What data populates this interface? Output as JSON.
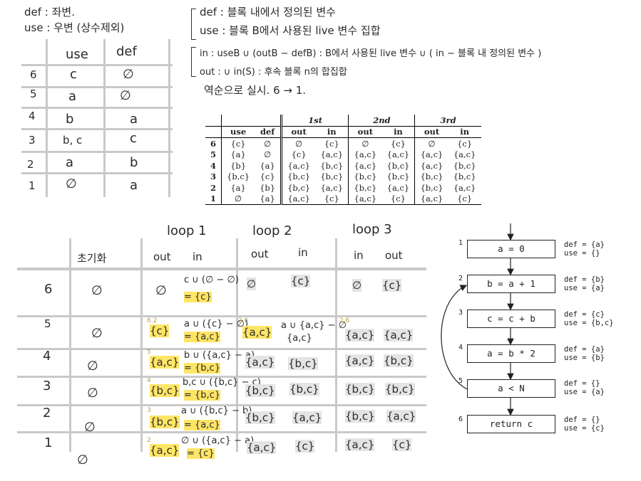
{
  "notes_topleft": {
    "def_line": "def : 좌변.",
    "use_line": "use : 우변 (상수제외)"
  },
  "notes_topright": {
    "def_desc": "def : 블록 내에서 정의된 변수",
    "use_desc": "use : 블록 B에서 사용된 live 변수 집합",
    "in_desc": "in : useB ∪ (outB − defB) : B에서 사용된 live 변수 ∪ ( in − 블록 내 정의된 변수 )",
    "out_desc": "out : ∪ in(S) : 후속 블록 n의 합집합",
    "order_note": "역순으로 실시.  6 → 1."
  },
  "hand_table1": {
    "headers": [
      "use",
      "def"
    ],
    "rows": [
      {
        "n": "6",
        "use": "c",
        "def": "∅"
      },
      {
        "n": "5",
        "use": "a",
        "def": "∅"
      },
      {
        "n": "4",
        "use": "b",
        "def": "a"
      },
      {
        "n": "3",
        "use": "b, c",
        "def": "c"
      },
      {
        "n": "2",
        "use": "a",
        "def": "b"
      },
      {
        "n": "1",
        "use": "∅",
        "def": "a"
      }
    ]
  },
  "printed_table": {
    "group_headers": [
      "1st",
      "2nd",
      "3rd"
    ],
    "sub_headers": [
      "use",
      "def",
      "out",
      "in",
      "out",
      "in",
      "out",
      "in"
    ],
    "rows": [
      [
        "6",
        "{c}",
        "∅",
        "∅",
        "{c}",
        "∅",
        "{c}",
        "∅",
        "{c}"
      ],
      [
        "5",
        "{a}",
        "∅",
        "{c}",
        "{a,c}",
        "{a,c}",
        "{a,c}",
        "{a,c}",
        "{a,c}"
      ],
      [
        "4",
        "{b}",
        "{a}",
        "{a,c}",
        "{b,c}",
        "{a,c}",
        "{b,c}",
        "{a,c}",
        "{b,c}"
      ],
      [
        "3",
        "{b,c}",
        "{c}",
        "{b,c}",
        "{b,c}",
        "{b,c}",
        "{b,c}",
        "{b,c}",
        "{b,c}"
      ],
      [
        "2",
        "{a}",
        "{b}",
        "{b,c}",
        "{a,c}",
        "{b,c}",
        "{a,c}",
        "{b,c}",
        "{a,c}"
      ],
      [
        "1",
        "∅",
        "{a}",
        "{a,c}",
        "{c}",
        "{a,c}",
        "{c}",
        "{a,c}",
        "{c}"
      ]
    ]
  },
  "hand_table2": {
    "loop_headers": [
      "loop 1",
      "loop 2",
      "loop 3"
    ],
    "col_headers": {
      "init": "초기화",
      "l1_out": "out",
      "l1_in": "in",
      "l2_out": "out",
      "l2_in": "in",
      "l3_in": "in",
      "l3_out": "out"
    },
    "rows": [
      {
        "n": "6",
        "init": "∅",
        "l1_out": "∅",
        "l1_in": "c ∪ (∅ − ∅)",
        "l1_in2": "= {c}",
        "l2_out": "∅",
        "l2_in": "{c}",
        "l3_in": "∅",
        "l3_out": "{c}"
      },
      {
        "n": "5",
        "init": "∅",
        "l1_out": "{c}",
        "l1_in": "a ∪ ({c} − ∅)",
        "l1_in2": "= {a,c}",
        "l2_out": "{a,c}",
        "l2_in": "a ∪ {a,c} − ∅",
        "l2_in2": "{a,c}",
        "l3_in": "{a,c}",
        "l3_out": "{a,c}"
      },
      {
        "n": "4",
        "init": "∅",
        "l1_out": "{a,c}",
        "l1_in": "b ∪ ({a,c} − a)",
        "l1_in2": "= {b,c}",
        "l2_out": "{a,c}",
        "l2_in": "{b,c}",
        "l3_in": "{a,c}",
        "l3_out": "{b,c}"
      },
      {
        "n": "3",
        "init": "∅",
        "l1_out": "{b,c}",
        "l1_in": "b,c ∪ ({b,c} − c)",
        "l1_in2": "= {b,c}",
        "l2_out": "{b,c}",
        "l2_in": "{b,c}",
        "l3_in": "{b,c}",
        "l3_out": "{b,c}"
      },
      {
        "n": "2",
        "init": "∅",
        "l1_out": "{b,c}",
        "l1_in": "a ∪ ({b,c} − b)",
        "l1_in2": "= {a,c}",
        "l2_out": "{b,c}",
        "l2_in": "{a,c}",
        "l3_in": "{b,c}",
        "l3_out": "{a,c}"
      },
      {
        "n": "1",
        "init": "∅",
        "l1_out": "{a,c}",
        "l1_in": "∅ ∪ ({a,c} − a)",
        "l1_in2": "= {c}",
        "l2_out": "{a,c}",
        "l2_in": "{c}",
        "l3_in": "{a,c}",
        "l3_out": "{c}"
      }
    ],
    "extra_empty": "∅",
    "margin_marks": {
      "r5": "6.2",
      "r5b": "2.6",
      "r5c": "2.6",
      "r4": "5",
      "r3": "4",
      "r2": "3",
      "r1": "2"
    }
  },
  "cfg": {
    "nodes": [
      {
        "num": "1",
        "label": "a = 0",
        "def": "def = {a}",
        "use": "use = {}"
      },
      {
        "num": "2",
        "label": "b = a + 1",
        "def": "def = {b}",
        "use": "use = {a}"
      },
      {
        "num": "3",
        "label": "c = c + b",
        "def": "def = {c}",
        "use": "use = {b,c}"
      },
      {
        "num": "4",
        "label": "a = b * 2",
        "def": "def = {a}",
        "use": "use = {b}"
      },
      {
        "num": "5",
        "label": "a < N",
        "def": "def = {}",
        "use": "use = {a}"
      },
      {
        "num": "6",
        "label": "return c",
        "def": "def = {}",
        "use": "use = {c}"
      }
    ]
  }
}
